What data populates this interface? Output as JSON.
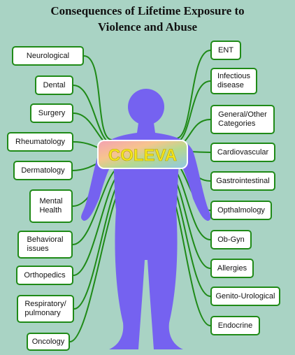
{
  "title": {
    "line1": "Consequences of Lifetime Exposure to",
    "line2": "Violence and Abuse"
  },
  "center_label": "COLEVA",
  "colors": {
    "background": "#a9d3c4",
    "body": "#7562f0",
    "connector": "#1f8a17",
    "center_text": "#f5e61a"
  },
  "left_boxes": [
    "Neurological",
    "Dental",
    "Surgery",
    "Rheumatology",
    "Dermatology",
    "Mental\nHealth",
    "Behavioral\nissues",
    "Orthopedics",
    "Respiratory/\npulmonary",
    "Oncology"
  ],
  "right_boxes": [
    "ENT",
    "Infectious\ndisease",
    "General/Other\nCategories",
    "Cardiovascular",
    "Gastrointestinal",
    "Opthalmology",
    "Ob-Gyn",
    "Allergies",
    "Genito-Urological",
    "Endocrine"
  ]
}
